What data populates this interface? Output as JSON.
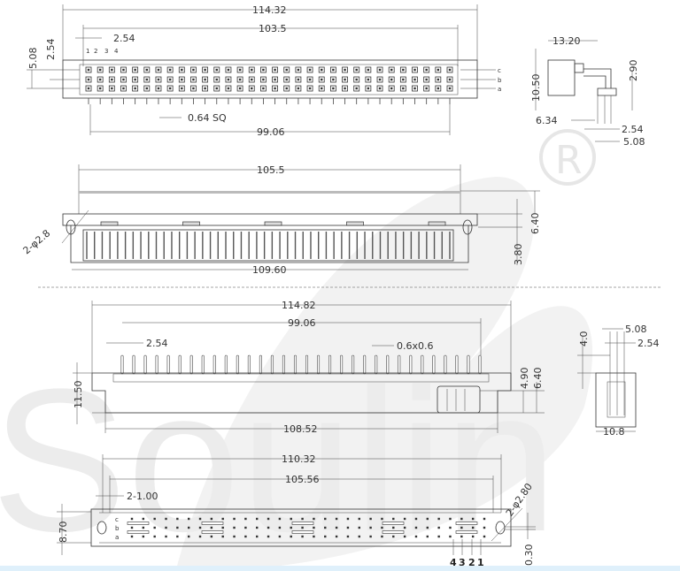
{
  "watermark": {
    "brand": "Soulin",
    "registered": "®"
  },
  "view_top": {
    "dims": {
      "overall": "114.32",
      "inner": "103.5",
      "pitch": "2.54",
      "row_span": "5.08",
      "row_pitch": "2.54",
      "pin_size": "0.64 SQ",
      "pin_span": "99.06"
    },
    "pin_numbers": [
      "1",
      "2",
      "3",
      "4"
    ],
    "row_labels": [
      "c",
      "b",
      "a"
    ],
    "pins_per_row": 32
  },
  "view_side_top": {
    "dims": {
      "depth": "13.20",
      "height": "10.50",
      "offset": "2.90",
      "pin_offset": "6.34",
      "pitch": "2.54",
      "span": "5.08"
    }
  },
  "view_front": {
    "dims": {
      "top_width": "105.5",
      "hole": "2-φ2.8",
      "height_total": "6.40",
      "hole_height": "3.80",
      "flange_width": "109.60"
    },
    "slots": 5
  },
  "view_pins": {
    "dims": {
      "overall": "114.82",
      "pin_span": "99.06",
      "pitch": "2.54",
      "pin_size": "0.6x0.6",
      "height": "11.50",
      "h1": "4.90",
      "h2": "6.40",
      "base": "108.52"
    },
    "pins": 32
  },
  "view_side_bottom": {
    "dims": {
      "span": "5.08",
      "pitch": "2.54",
      "height": "4.0",
      "width": "10.8"
    }
  },
  "view_bottom": {
    "dims": {
      "overall": "110.32",
      "inner": "105.56",
      "slot": "2-1.00",
      "height": "8.70",
      "hole": "2-φ2.80",
      "offset": "0.30"
    },
    "row_labels": [
      "c",
      "b",
      "a"
    ],
    "pin_numbers": [
      "4",
      "3",
      "2",
      "1"
    ],
    "pins_per_row": 32
  }
}
